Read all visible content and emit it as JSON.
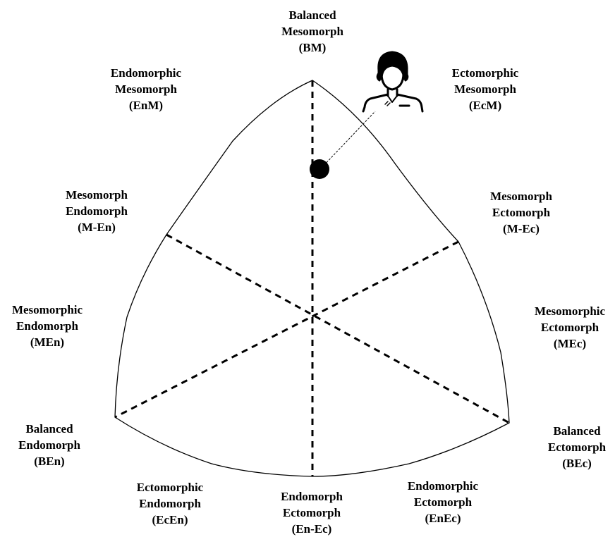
{
  "regions": [
    {
      "id": "bm",
      "line1": "Balanced",
      "line2": "Mesomorph",
      "abbr": "(BM)"
    },
    {
      "id": "enm",
      "line1": "Endomorphic",
      "line2": "Mesomorph",
      "abbr": "(EnM)"
    },
    {
      "id": "ecm",
      "line1": "Ectomorphic",
      "line2": "Mesomorph",
      "abbr": "(EcM)"
    },
    {
      "id": "m-en",
      "line1": "Mesomorph",
      "line2": "Endomorph",
      "abbr": "(M-En)"
    },
    {
      "id": "m-ec",
      "line1": "Mesomorph",
      "line2": "Ectomorph",
      "abbr": "(M-Ec)"
    },
    {
      "id": "men",
      "line1": "Mesomorphic",
      "line2": "Endomorph",
      "abbr": "(MEn)"
    },
    {
      "id": "mec",
      "line1": "Mesomorphic",
      "line2": "Ectomorph",
      "abbr": "(MEc)"
    },
    {
      "id": "ben",
      "line1": "Balanced",
      "line2": "Endomorph",
      "abbr": "(BEn)"
    },
    {
      "id": "bec",
      "line1": "Balanced",
      "line2": "Ectomorph",
      "abbr": "(BEc)"
    },
    {
      "id": "ecen",
      "line1": "Ectomorphic",
      "line2": "Endomorph",
      "abbr": "(EcEn)"
    },
    {
      "id": "en-ec",
      "line1": "Endomorph",
      "line2": "Ectomorph",
      "abbr": "(En-Ec)"
    },
    {
      "id": "enec",
      "line1": "Endomorphic",
      "line2": "Ectomorph",
      "abbr": "(EnEc)"
    }
  ],
  "icons": {
    "person": "person-avatar-icon",
    "marker": "somatotype-point-marker"
  },
  "colors": {
    "ink": "#000000",
    "background": "#ffffff"
  }
}
